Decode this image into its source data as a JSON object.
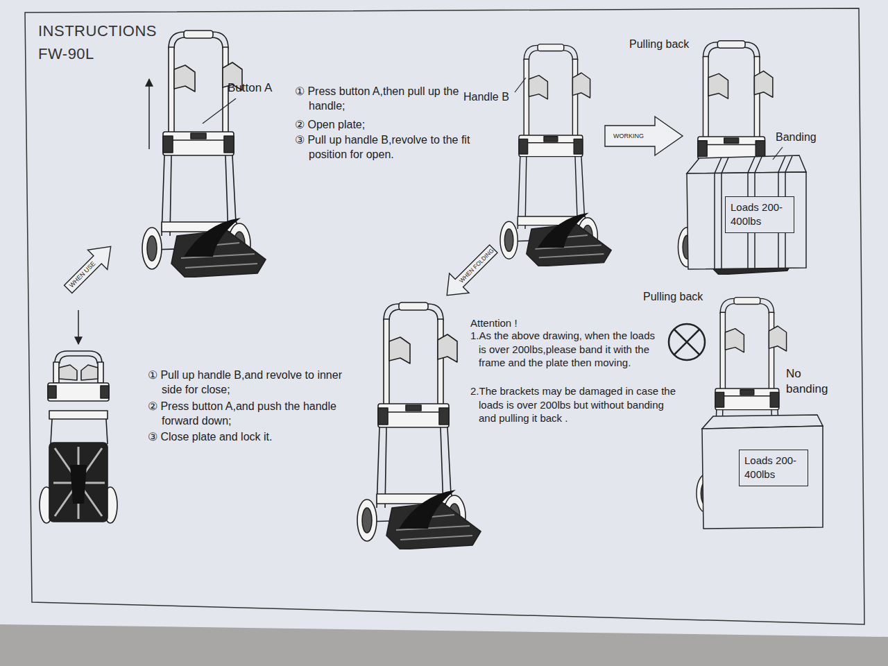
{
  "diagram": {
    "title": "INSTRUCTIONS FW-90L",
    "nodes": [
      {
        "text": [
          "Loads 200-400lbs"
        ]
      },
      {
        "text": [
          "Loads 200-400lbs"
        ]
      }
    ],
    "labels": [
      "Button A",
      "① Press button A,then pull up the handle;",
      "② Open plate;",
      "③ Pull up handle B,revolve to the fit position for open.",
      "WHEN USE",
      "① Pull up handle B,and revolve to inner side for close;",
      "② Press button A,and push the handle forward down;",
      "③ Close plate and lock it.",
      "Handle B",
      "WORKING",
      "Pulling back",
      "Banding",
      "WHEN FOLDING",
      "Attention !",
      "1.As the above drawing, when the loads is over 200lbs,please band it with the frame and the plate then moving.",
      "2.The brackets may be damaged in case the loads is over 200lbs but without banding and pulling it back .",
      "Pulling back",
      "No banding"
    ]
  }
}
